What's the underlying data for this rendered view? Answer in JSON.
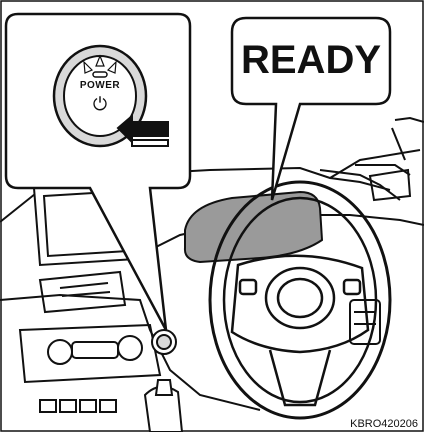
{
  "callout_ready": {
    "text": "READY"
  },
  "power_button": {
    "label": "POWER",
    "symbol": "⏻"
  },
  "figure_code": "KBRO420206",
  "colors": {
    "line": "#111111",
    "display_fill": "#9a9a9a",
    "button_fill": "#d9d9d9",
    "background": "#ffffff"
  }
}
